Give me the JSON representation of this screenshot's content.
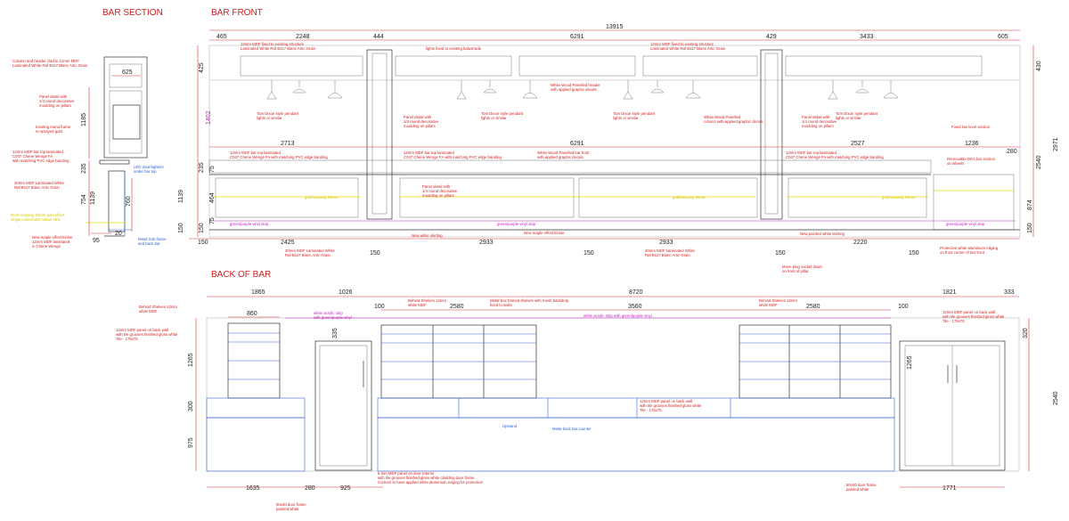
{
  "titles": {
    "bar_section": "BAR SECTION",
    "bar_front": "BAR FRONT",
    "back_of_bar": "BACK OF BAR"
  },
  "section": {
    "dims": [
      "625",
      "1185",
      "235",
      "754",
      "1139",
      "760",
      "95",
      "20"
    ],
    "notes": {
      "column": "Column and header clad in 12mm MDF\nLaminated White Raf B117 Blanc Artic Grain",
      "panel": "Panel detail with\n1/4 round decorative\nmoulding on pillars",
      "menu": "Existing menu frame\nre-sprayed gold",
      "bartop": "12mm MDF bar top laminated\nC047 Chene Wenge FA\nwith matching PVC edge banding",
      "led": "LED downlighters\nunder bar top",
      "mdf20": "20mm MDF Laminated White\nRaf B117 Blanc Artic Grain",
      "gold": "Rose lamping 20mm gold effect\nsingle colour/with rubber strip",
      "kicker": "New maple effect kicker\n12mm MDF laminated\nin Chene Wenge",
      "metal": "Metal Sub frame\nand back bar"
    }
  },
  "front": {
    "overall": "13915",
    "top_dims": [
      "465",
      "2248",
      "444",
      "6291",
      "429",
      "3433",
      "605"
    ],
    "mid_dims": [
      "2713",
      "6291",
      "2527",
      "1236"
    ],
    "bottom_dims": [
      "150",
      "2425",
      "150",
      "2933",
      "150",
      "2933",
      "150",
      "2220",
      "150"
    ],
    "left_dims": [
      "425",
      "1402",
      "235",
      "75",
      "464",
      "75",
      "1139",
      "150",
      "150"
    ],
    "right_dims": [
      "430",
      "2971",
      "2540",
      "280",
      "874",
      "150"
    ],
    "notes": {
      "mdf12a": "12mm MDF fixed to existing structure\nLaminated White Raf B117 Blanc Artic Grain",
      "lights": "lights fixed to existing balustrade",
      "mdf12b": "12mm MDF fixed to existing structure\nLaminated White Raf B117 Blanc Artic Grain",
      "wwp": "White Wood Panelled header\nwith applied graphic decals",
      "pendant1": "Tom Dixon style pendant\nlights or similar",
      "pendant2": "Tom Dixon style pendant\nlights or similar",
      "pendant3": "Tom Dixon style pendant\nlights or similar",
      "pendant4": "Tom Dixon style pendant\nlights or similar",
      "panel1": "Panel detail with\n1/4 round decorative\nmoulding on pillars",
      "wwcol": "White Wood Panelled\ncolumn with applied graphic decals",
      "panel2": "Panel detail with\n1/4 round decorative\nmoulding on pillars",
      "lowlevel": "Fixed low level section",
      "bartop1": "12mm MDF bar top laminated\nC047 Chene Wenge FA with matching PVC edge banding",
      "bartop2": "12mm MDF bar top laminated\nC047 Chene Wenge FA with matching PVC edge banding",
      "wwbar": "White Wood Panelled bar front\nwith applied graphic decals",
      "bartop3": "12mm MDF bar top laminated\nC047 Chene Wenge FA with matching PVC edge banding",
      "dda": "Removable DDA bar section\non wheels",
      "panel3": "Panel detail with\n1/4 round decorative\nmoulding on pillars",
      "gold1": "gold lamping 20mm",
      "gold2": "gold lamping 20mm",
      "gold3": "gold lamping 20mm",
      "gp1": "green/purple vinyl strip",
      "gp2": "green/purple vinyl strip",
      "gp3": "green/purple vinyl strip",
      "skirting1": "New white skirting",
      "kicker": "New maple effect kicker",
      "skirting2": "New painted white skirting",
      "mdf20a": "20mm MDF Laminated White\nRaf B117 Blanc Artic Grain",
      "mdf20b": "20mm MDF Laminated White\nRaf B117 Blanc Artic Grain",
      "plug": "Move plug socket down\non front of pillar",
      "edging": "Protective white aluminium edging\non front corner of bar front"
    }
  },
  "back": {
    "top_dims": [
      "1865",
      "1026",
      "8720",
      "1821",
      "333"
    ],
    "sub_dims": [
      "860",
      "2580",
      "100",
      "3560",
      "2580",
      "100"
    ],
    "left_dims": [
      "1265",
      "300",
      "975"
    ],
    "right_dims": [
      "320",
      "1265",
      "2540"
    ],
    "inner_dims": [
      "335"
    ],
    "bottom_dims": [
      "1635",
      "280",
      "925",
      "1771"
    ],
    "notes": {
      "shelves1": "Behind Shelves 12mm\nwhite MDF",
      "acrylic1": "white acrylic strip\nwith green/purple vinyl",
      "shelves2": "Behind Shelves 12mm\nwhite MDF",
      "metalbox": "Metal box framed shelves with mesh backdrop\nfixed to walls",
      "acrylic2": "white acrylic strip with green/purple vinyl",
      "shelves3": "Behind Shelves 12mm\nwhite MDF",
      "panelL": "12mm MDF panel on back wall\nwith tile grooves finished gloss white\nTile - 175x75",
      "panelR": "12mm MDF panel on back wall\nwith tile grooves finished gloss white\nTile - 175x75",
      "panelMid": "12mm MDF panel on back wall\nwith tile grooves finished gloss white\nTile - 175x75",
      "upstand": "Upstand",
      "counter": "Metal back bar counter",
      "doors": "6 mm MDF panel on door returns\nwith tile grooves finished gloss white cladding door frame\nCorners to have applied white aluminium edging for protection",
      "frame1": "50x40 door frame\npainted white",
      "frame2": "50x40 door frame\npainted white"
    }
  }
}
